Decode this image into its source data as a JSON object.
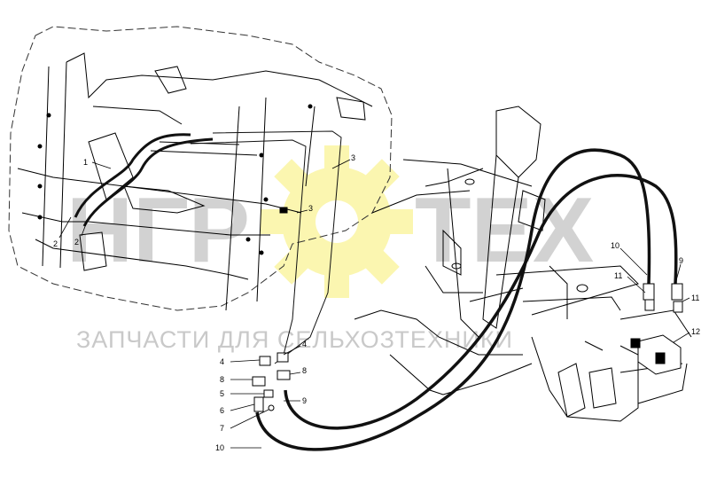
{
  "watermark": {
    "logo_left": "ΗΓΡ",
    "logo_right": "ΤΕΧ",
    "text": "ЗАПЧАСТИ ДЛЯ СЕЛЬХОЗТЕХНИКИ",
    "gear_color": "#fbf6b0"
  },
  "callouts": {
    "c1": "1",
    "c2a": "2",
    "c2b": "2",
    "c3a": "3",
    "c3b": "3",
    "c4a": "4",
    "c4b": "4",
    "c5": "5",
    "c6": "6",
    "c7": "7",
    "c8a": "8",
    "c8b": "8",
    "c9a": "9",
    "c9b": "9",
    "c10a": "10",
    "c10b": "10",
    "c11a": "11",
    "c11b": "11",
    "c12": "12"
  },
  "colors": {
    "line": "#000000",
    "hose": "#111111",
    "dash": "#555555"
  }
}
